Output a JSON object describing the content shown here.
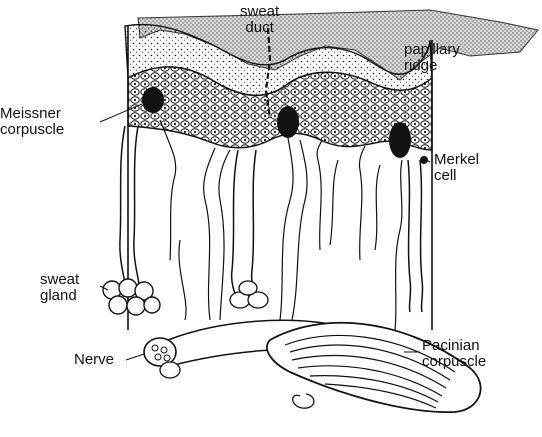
{
  "labels": {
    "sweat_duct": "sweat\nduct",
    "papillary_ridge": "papillary\nridge",
    "meissner_corpuscle": "Meissner\ncorpuscle",
    "merkel_cell": "Merkel\ncell",
    "sweat_gland": "sweat\ngland",
    "nerve": "Nerve",
    "pacinian_corpuscle": "Pacinian\ncorpuscle"
  }
}
